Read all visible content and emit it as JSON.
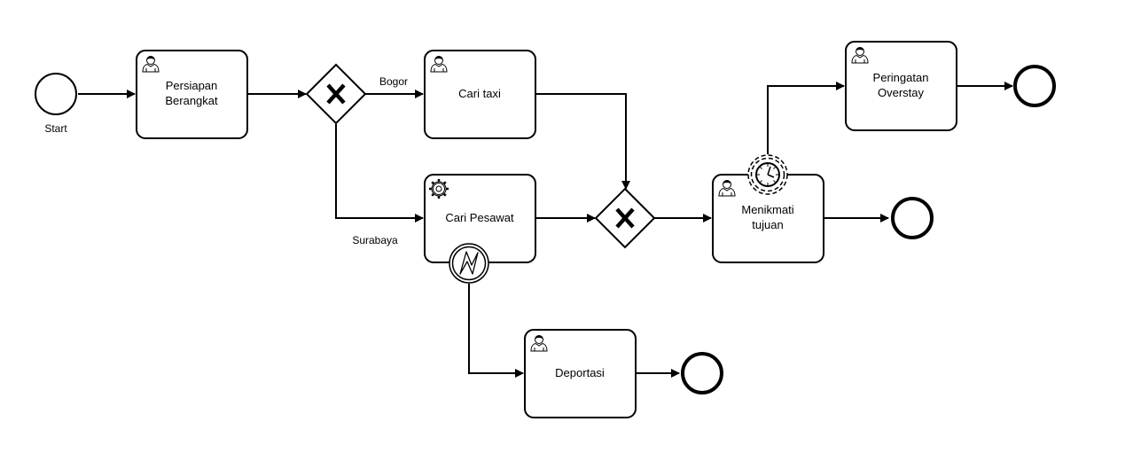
{
  "diagram": {
    "start_event": {
      "label": "Start"
    },
    "tasks": {
      "persiapan": {
        "lines": [
          "Persiapan",
          "Berangkat"
        ],
        "type": "user"
      },
      "cari_taxi": {
        "lines": [
          "Cari taxi"
        ],
        "type": "user"
      },
      "cari_pesawat": {
        "lines": [
          "Cari Pesawat"
        ],
        "type": "service"
      },
      "menikmati": {
        "lines": [
          "Menikmati",
          "tujuan"
        ],
        "type": "user"
      },
      "peringatan": {
        "lines": [
          "Peringatan",
          "Overstay"
        ],
        "type": "user"
      },
      "deportasi": {
        "lines": [
          "Deportasi"
        ],
        "type": "user"
      }
    },
    "gateways": {
      "split": {
        "marker": "X"
      },
      "merge": {
        "marker": "X"
      }
    },
    "edge_labels": {
      "bogor": "Bogor",
      "surabaya": "Surabaya"
    },
    "boundary_events": {
      "error": {
        "icon": "lightning-icon"
      },
      "timer": {
        "icon": "clock-icon"
      }
    },
    "end_events": [
      "end-overstay",
      "end-trip",
      "end-deportasi"
    ]
  }
}
